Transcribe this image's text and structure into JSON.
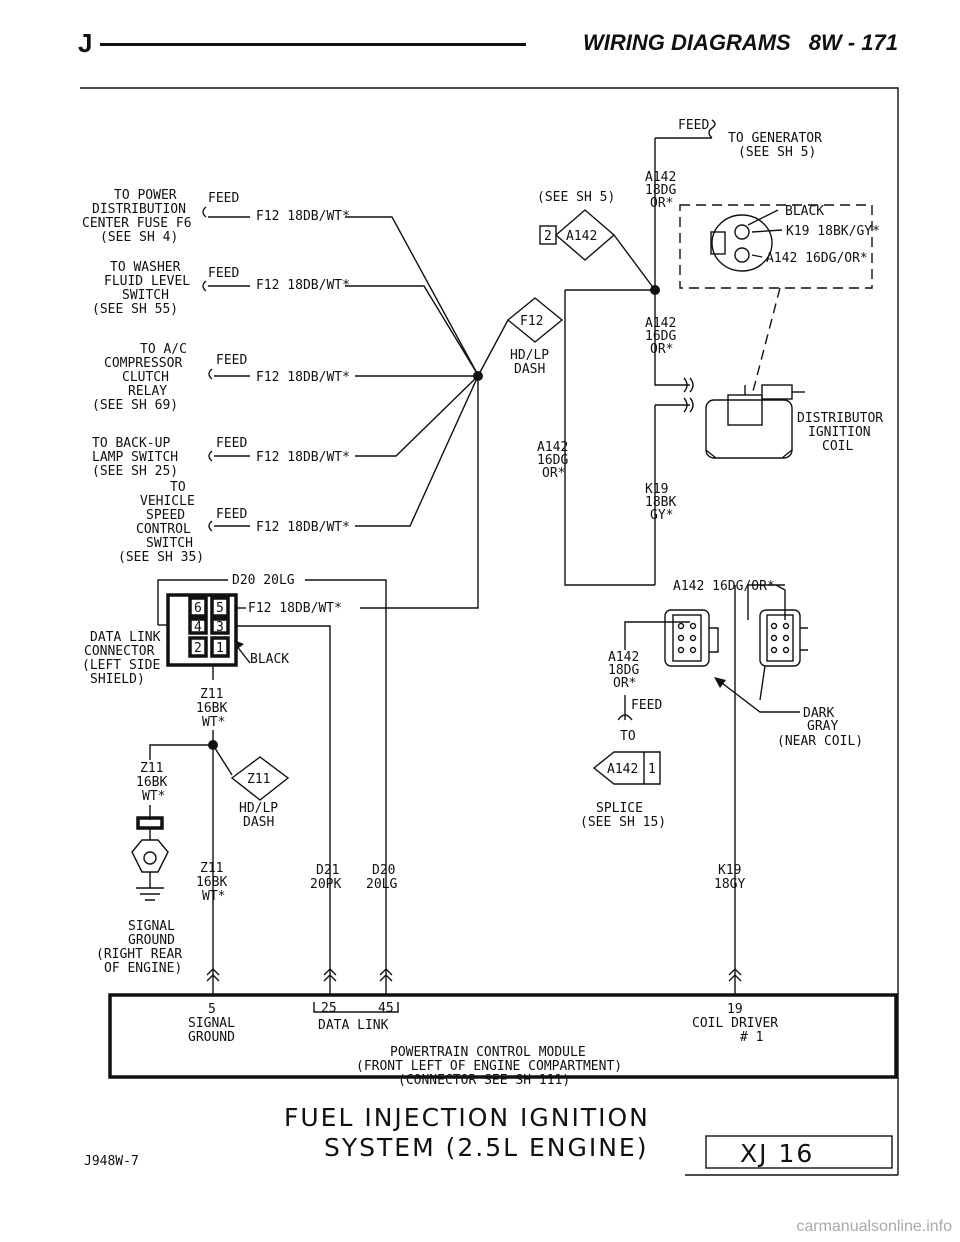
{
  "header": {
    "letter": "J",
    "section": "WIRING DIAGRAMS",
    "page": "8W - 171"
  },
  "feeds": {
    "top_feed": "FEED",
    "to_generator_1": "TO GENERATOR",
    "to_generator_2": "(SEE SH 5)",
    "power_dist": [
      "TO POWER",
      "DISTRIBUTION",
      "CENTER FUSE F6",
      "(SEE SH 4)"
    ],
    "washer": [
      "TO WASHER",
      "FLUID LEVEL",
      "SWITCH",
      "(SEE SH 55)"
    ],
    "ac": [
      "TO A/C",
      "COMPRESSOR",
      "CLUTCH",
      "RELAY",
      "(SEE SH 69)"
    ],
    "backup": [
      "TO BACK-UP",
      "LAMP SWITCH",
      "(SEE SH 25)"
    ],
    "speed": [
      "TO",
      "VEHICLE",
      "SPEED",
      "CONTROL",
      "SWITCH",
      "(SEE SH 35)"
    ],
    "feed_word": "FEED",
    "f12": "F12 18DB/WT*"
  },
  "splices": {
    "f12": "F12",
    "hdlp_dash": [
      "HD/LP",
      "DASH"
    ],
    "z11": "Z11",
    "a142_num": "2",
    "a142": "A142",
    "splice_a142": "A142",
    "splice_1": "1",
    "see_sh5": "(SEE SH 5)"
  },
  "wires": {
    "a142_18dg": [
      "A142",
      "18DG",
      "OR*"
    ],
    "a142_16dg_a": [
      "A142",
      "16DG",
      "OR*"
    ],
    "a142_16dg_b": [
      "A142",
      "16DG",
      "OR*"
    ],
    "k19_18bk": [
      "K19",
      "18BK",
      "GY*"
    ],
    "a142_row": "A142 16DG/OR*",
    "black": "BLACK",
    "k19_conn": "K19 18BK/GY*",
    "a142_conn": "A142 16DG/OR*",
    "d20_top": "D20 20LG",
    "z11_16bk_a": [
      "Z11",
      "16BK",
      "WT*"
    ],
    "z11_16bk_b": [
      "Z11",
      "16BK",
      "WT*"
    ],
    "z11_16bk_c": [
      "Z11",
      "16BK",
      "WT*"
    ],
    "d21": [
      "D21",
      "20PK"
    ],
    "d20": [
      "D20",
      "20LG"
    ],
    "k19_18gy": [
      "K19",
      "18GY"
    ],
    "a142_18dg_b": [
      "A142",
      "18DG",
      "OR*"
    ],
    "feed_to": [
      "FEED",
      "TO"
    ]
  },
  "components": {
    "distributor": [
      "DISTRIBUTOR",
      "IGNITION",
      "COIL"
    ],
    "data_link": [
      "DATA LINK",
      "CONNECTOR",
      "(LEFT SIDE",
      "SHIELD)"
    ],
    "data_link_black": "BLACK",
    "pins": [
      "6",
      "5",
      "4",
      "3",
      "2",
      "1"
    ],
    "dark_gray": [
      "DARK",
      "GRAY",
      "(NEAR COIL)"
    ],
    "splice_ref": [
      "SPLICE",
      "(SEE SH 15)"
    ],
    "signal_ground": [
      "SIGNAL",
      "GROUND",
      "(RIGHT REAR",
      "OF ENGINE)"
    ]
  },
  "pcm": {
    "pin5": "5",
    "signal_ground": [
      "SIGNAL",
      "GROUND"
    ],
    "pin25": "25",
    "pin45": "45",
    "data_link": "DATA LINK",
    "pin19": "19",
    "coil_driver": [
      "COIL DRIVER",
      "# 1"
    ],
    "title": [
      "POWERTRAIN CONTROL MODULE",
      "(FRONT LEFT OF ENGINE COMPARTMENT)",
      "(CONNECTOR SEE SH 111)"
    ]
  },
  "footer": {
    "title_1": "FUEL INJECTION IGNITION",
    "title_2": "SYSTEM (2.5L ENGINE)",
    "figure_id": "J948W-7",
    "sheet": "XJ 16"
  },
  "watermark": "carmanualsonline.info"
}
